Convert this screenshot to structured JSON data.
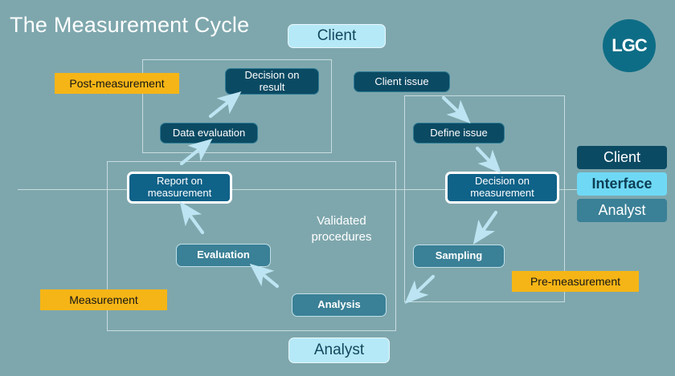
{
  "slide": {
    "title": "The Measurement Cycle",
    "background_color": "#7ea7ad"
  },
  "logo": {
    "text": "LGC",
    "color": "#0e6d86"
  },
  "colors": {
    "client": "#0b4a63",
    "interface": "#6fd9f5",
    "analyst": "#3a8096",
    "tag": "#f6b516",
    "frame": "#c8dce0",
    "arrow": "#bde4f2"
  },
  "chips": {
    "top": "Client",
    "bottom": "Analyst"
  },
  "legend": {
    "items": [
      {
        "label": "Client",
        "kind": "client"
      },
      {
        "label": "Interface",
        "kind": "interface"
      },
      {
        "label": "Analyst",
        "kind": "analyst"
      }
    ]
  },
  "tags": [
    {
      "label": "Post-measurement"
    },
    {
      "label": "Measurement"
    },
    {
      "label": "Pre-measurement"
    }
  ],
  "caption": {
    "line1": "Validated",
    "line2": "procedures"
  },
  "nodes": {
    "decision_on_result": "Decision on result",
    "data_evaluation": "Data evaluation",
    "report_on_measurement": "Report on measurement",
    "evaluation": "Evaluation",
    "analysis": "Analysis",
    "client_issue": "Client issue",
    "define_issue": "Define issue",
    "decision_on_measurement": "Decision on measurement",
    "sampling": "Sampling"
  }
}
